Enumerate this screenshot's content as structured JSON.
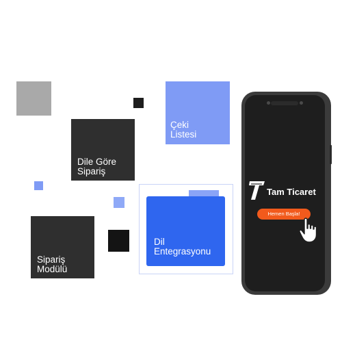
{
  "tiles": {
    "dile_gore": {
      "line1": "Dile Göre",
      "line2": "Sipariş"
    },
    "ceki": {
      "line1": "Çeki",
      "line2": "Listesi"
    },
    "siparis_modulu": {
      "line1": "Sipariş",
      "line2": "Modülü"
    },
    "dil_entegrasyonu": {
      "line1": "Dil",
      "line2": "Entegrasyonu"
    }
  },
  "phone": {
    "brand": "Tam Ticaret",
    "cta_label": "Hemen Başla!"
  },
  "colors": {
    "accent_blue": "#2f66ef",
    "light_blue": "#7f9bf5",
    "dark_tile": "#2f2f2f",
    "cta_orange": "#f25a1c"
  },
  "icons": [
    "tam-ticaret-logo-icon",
    "pointer-hand-icon"
  ]
}
